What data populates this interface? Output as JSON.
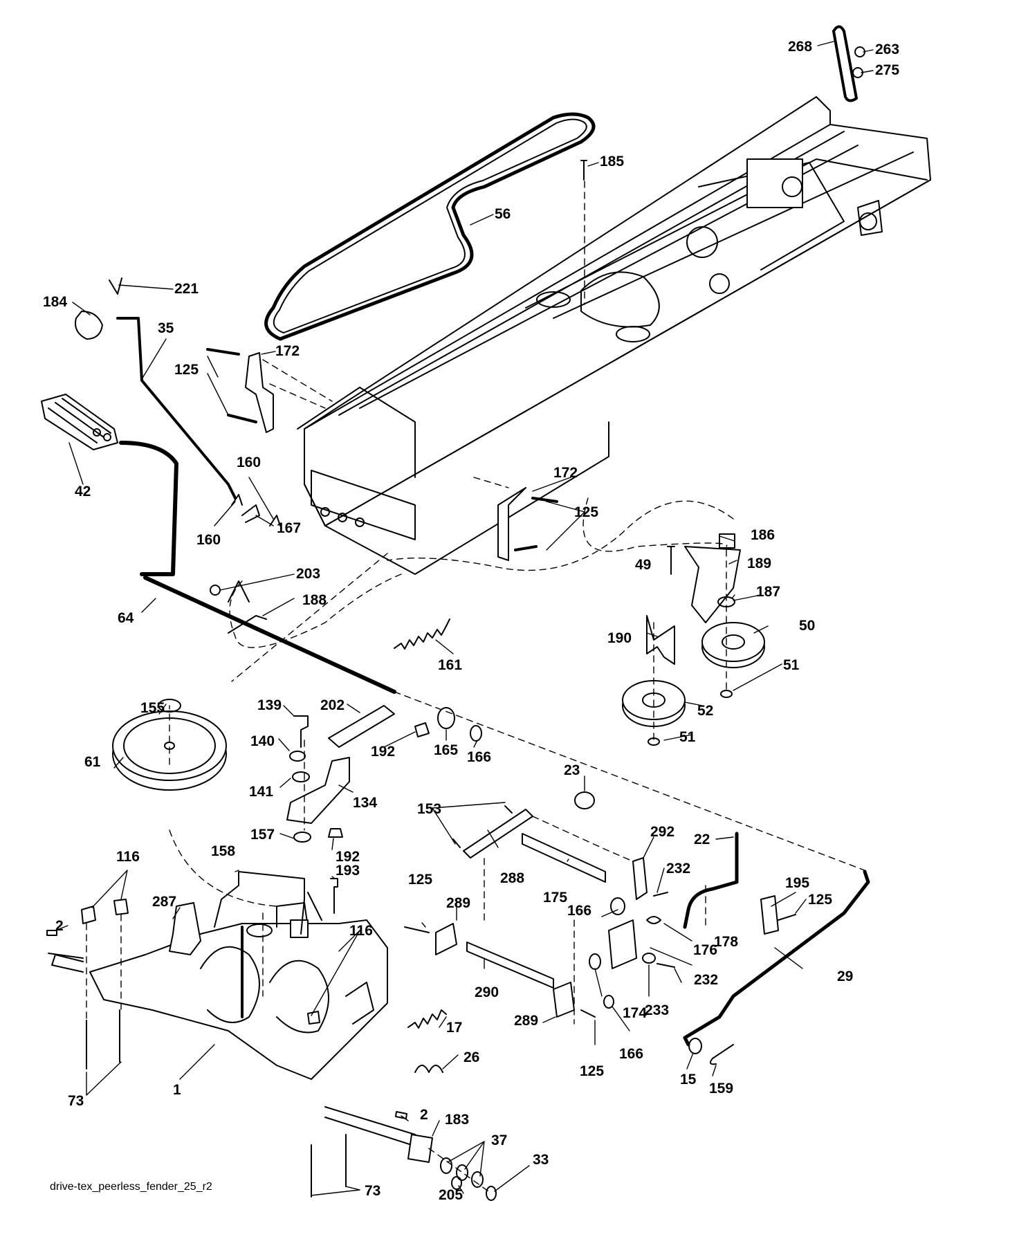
{
  "caption": "drive-tex_peerless_fender_25_r2",
  "labels": [
    {
      "id": "268",
      "text": "268"
    },
    {
      "id": "263",
      "text": "263"
    },
    {
      "id": "275",
      "text": "275"
    },
    {
      "id": "185",
      "text": "185"
    },
    {
      "id": "56",
      "text": "56"
    },
    {
      "id": "221",
      "text": "221"
    },
    {
      "id": "184",
      "text": "184"
    },
    {
      "id": "35",
      "text": "35"
    },
    {
      "id": "172a",
      "text": "172"
    },
    {
      "id": "125a",
      "text": "125"
    },
    {
      "id": "42",
      "text": "42"
    },
    {
      "id": "160a",
      "text": "160"
    },
    {
      "id": "160b",
      "text": "160"
    },
    {
      "id": "167",
      "text": "167"
    },
    {
      "id": "172b",
      "text": "172"
    },
    {
      "id": "125b",
      "text": "125"
    },
    {
      "id": "186",
      "text": "186"
    },
    {
      "id": "49",
      "text": "49"
    },
    {
      "id": "189",
      "text": "189"
    },
    {
      "id": "203",
      "text": "203"
    },
    {
      "id": "188",
      "text": "188"
    },
    {
      "id": "64",
      "text": "64"
    },
    {
      "id": "187",
      "text": "187"
    },
    {
      "id": "50",
      "text": "50"
    },
    {
      "id": "190",
      "text": "190"
    },
    {
      "id": "161",
      "text": "161"
    },
    {
      "id": "51a",
      "text": "51"
    },
    {
      "id": "155",
      "text": "155"
    },
    {
      "id": "139",
      "text": "139"
    },
    {
      "id": "202",
      "text": "202"
    },
    {
      "id": "52",
      "text": "52"
    },
    {
      "id": "51b",
      "text": "51"
    },
    {
      "id": "140",
      "text": "140"
    },
    {
      "id": "192a",
      "text": "192"
    },
    {
      "id": "165",
      "text": "165"
    },
    {
      "id": "166a",
      "text": "166"
    },
    {
      "id": "61",
      "text": "61"
    },
    {
      "id": "23",
      "text": "23"
    },
    {
      "id": "141",
      "text": "141"
    },
    {
      "id": "134",
      "text": "134"
    },
    {
      "id": "153",
      "text": "153"
    },
    {
      "id": "292",
      "text": "292"
    },
    {
      "id": "22",
      "text": "22"
    },
    {
      "id": "157",
      "text": "157"
    },
    {
      "id": "192b",
      "text": "192"
    },
    {
      "id": "116a",
      "text": "116"
    },
    {
      "id": "158",
      "text": "158"
    },
    {
      "id": "193",
      "text": "193"
    },
    {
      "id": "288",
      "text": "288"
    },
    {
      "id": "232a",
      "text": "232"
    },
    {
      "id": "175",
      "text": "175"
    },
    {
      "id": "195",
      "text": "195"
    },
    {
      "id": "125c",
      "text": "125"
    },
    {
      "id": "287",
      "text": "287"
    },
    {
      "id": "289a",
      "text": "289"
    },
    {
      "id": "125d",
      "text": "125"
    },
    {
      "id": "166b",
      "text": "166"
    },
    {
      "id": "178",
      "text": "178"
    },
    {
      "id": "2a",
      "text": "2"
    },
    {
      "id": "116b",
      "text": "116"
    },
    {
      "id": "176",
      "text": "176"
    },
    {
      "id": "29",
      "text": "29"
    },
    {
      "id": "232b",
      "text": "232"
    },
    {
      "id": "290",
      "text": "290"
    },
    {
      "id": "174",
      "text": "174"
    },
    {
      "id": "233",
      "text": "233"
    },
    {
      "id": "17",
      "text": "17"
    },
    {
      "id": "289b",
      "text": "289"
    },
    {
      "id": "166c",
      "text": "166"
    },
    {
      "id": "26",
      "text": "26"
    },
    {
      "id": "125e",
      "text": "125"
    },
    {
      "id": "15",
      "text": "15"
    },
    {
      "id": "159",
      "text": "159"
    },
    {
      "id": "73a",
      "text": "73"
    },
    {
      "id": "1",
      "text": "1"
    },
    {
      "id": "2b",
      "text": "2"
    },
    {
      "id": "183",
      "text": "183"
    },
    {
      "id": "37",
      "text": "37"
    },
    {
      "id": "33",
      "text": "33"
    },
    {
      "id": "205",
      "text": "205"
    },
    {
      "id": "73b",
      "text": "73"
    }
  ]
}
